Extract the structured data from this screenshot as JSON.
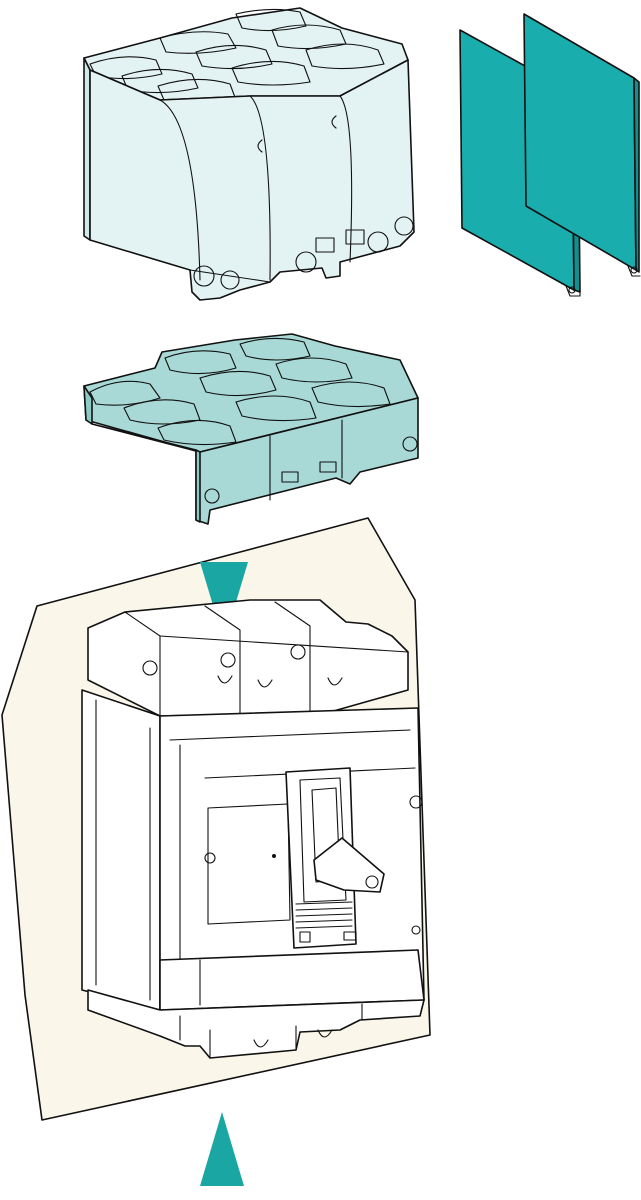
{
  "diagram": {
    "kind": "exploded-assembly-illustration",
    "colors": {
      "background": "#ffffff",
      "panel": "#faf6ea",
      "long_cover": "#e3f3f3",
      "long_cover_shade": "#cfe8e8",
      "short_cover": "#a8d9d6",
      "short_cover_shade": "#8ccac6",
      "separator": "#1aadad",
      "arrow": "#1aa6a2",
      "breaker": "#ffffff",
      "outline": "#111111"
    },
    "components": [
      {
        "id": "long-terminal-cover",
        "icon": "long-terminal-shield-icon"
      },
      {
        "id": "phase-separators",
        "count": 2,
        "icon": "phase-barrier-icon"
      },
      {
        "id": "short-terminal-cover",
        "icon": "short-terminal-shield-icon"
      },
      {
        "id": "circuit-breaker",
        "icon": "circuit-breaker-icon"
      },
      {
        "id": "mounting-panel",
        "icon": "panel-cutout-icon"
      }
    ],
    "arrows": [
      {
        "id": "top-insert-arrow",
        "direction": "down"
      },
      {
        "id": "bottom-insert-arrow",
        "direction": "up"
      }
    ]
  }
}
